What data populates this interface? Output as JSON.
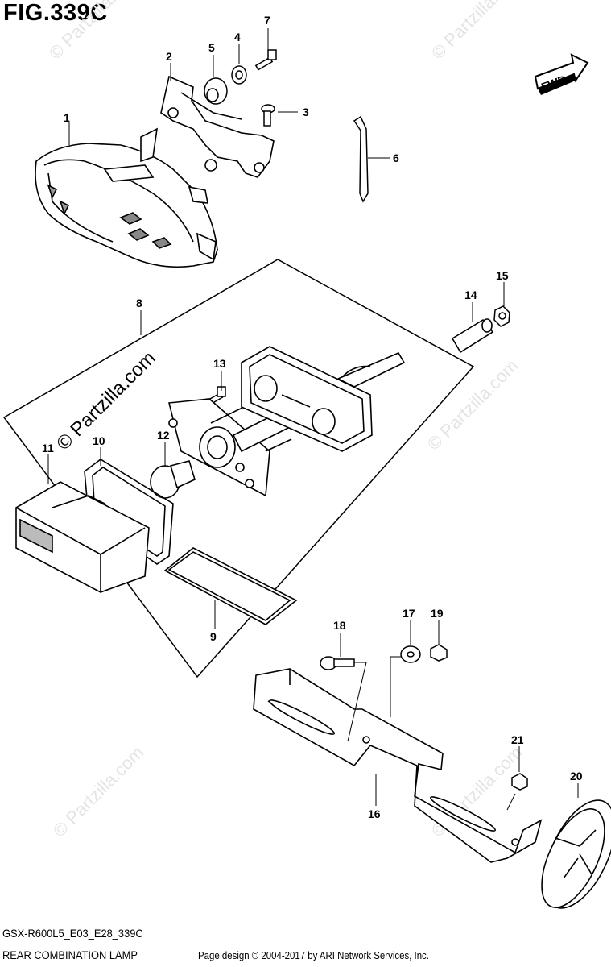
{
  "figure": {
    "title": "FIG.339C",
    "model_code": "GSX-R600L5_E03_E28_339C",
    "group_name": "REAR COMBINATION LAMP",
    "copyright": "Page design © 2004-2017 by ARI Network Services, Inc.",
    "fwd_label": "FWD"
  },
  "watermark": {
    "text": "© Partzilla.com"
  },
  "callouts": [
    "1",
    "2",
    "3",
    "4",
    "5",
    "6",
    "7",
    "8",
    "9",
    "10",
    "11",
    "12",
    "13",
    "14",
    "15",
    "16",
    "17",
    "18",
    "19",
    "20",
    "21"
  ]
}
